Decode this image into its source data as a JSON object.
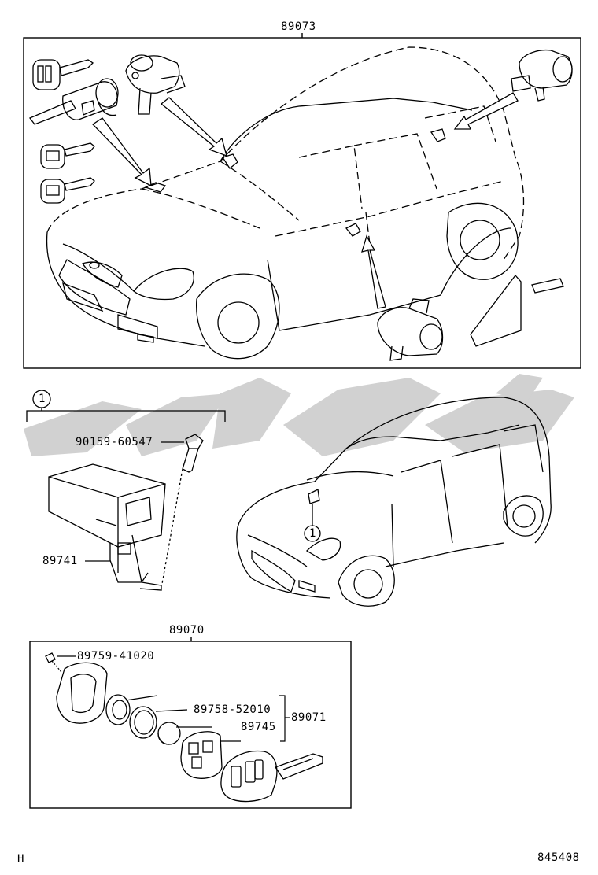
{
  "diagram": {
    "labels": {
      "kit_top": "89073",
      "callout_marker": "1",
      "bolt": "90159-60547",
      "module": "89741",
      "kit_transmitter": "89070",
      "screw": "89759-41020",
      "oring": "89758-52010",
      "battery": "89745",
      "case_assembly": "89071",
      "corner_left": "H",
      "corner_right": "845408"
    }
  }
}
